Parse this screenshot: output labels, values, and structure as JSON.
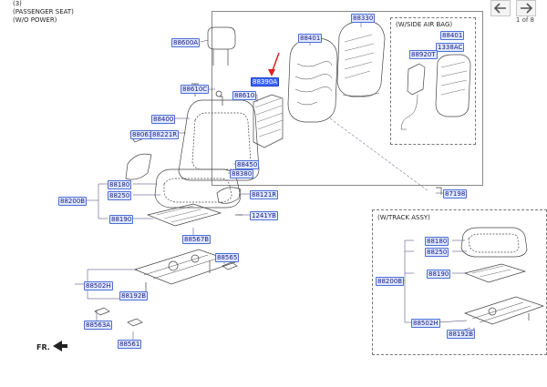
{
  "header": {
    "line1": "(3)",
    "line2": "(PASSENGER SEAT)",
    "line3": "(W/O POWER)"
  },
  "nav": {
    "back_icon": "arrow-left-icon",
    "forward_icon": "arrow-right-icon",
    "page_indicator": "1 of 8"
  },
  "frames": {
    "side_airbag_title": "(W/SIDE AIR BAG)",
    "track_assy_title": "(W/TRACK ASSY)"
  },
  "fr_label": "FR.",
  "parts": {
    "p88330": "88330",
    "p88600A": "88600A",
    "p88401": "88401",
    "p88401b": "88401",
    "p1338AC": "1338AC",
    "p88920T": "88920T",
    "p88390A": "88390A",
    "p88610C": "88610C",
    "p88610": "88610",
    "p88400": "88400",
    "p88063": "88063",
    "p88221R": "88221R",
    "p88450": "88450",
    "p88380": "88380",
    "p88180": "88180",
    "p88250": "88250",
    "p88200B": "88200B",
    "p88190": "88190",
    "p88121R": "88121R",
    "p1241YB": "1241YB",
    "p88567B": "88567B",
    "p88565": "88565",
    "p88502H": "88502H",
    "p88192B": "88192B",
    "p88563A": "88563A",
    "p88561": "88561",
    "p87198": "87198",
    "t88180": "88180",
    "t88250": "88250",
    "t88200B": "88200B",
    "t88190": "88190",
    "t88502H": "88502H",
    "t88192B": "88192B"
  },
  "selected_part": "88390A",
  "colors": {
    "label_fill": "#dfe8fb",
    "label_border": "#4d6fd6",
    "selected_fill": "#3a66ff",
    "pointer_arrow": "#e02020"
  }
}
